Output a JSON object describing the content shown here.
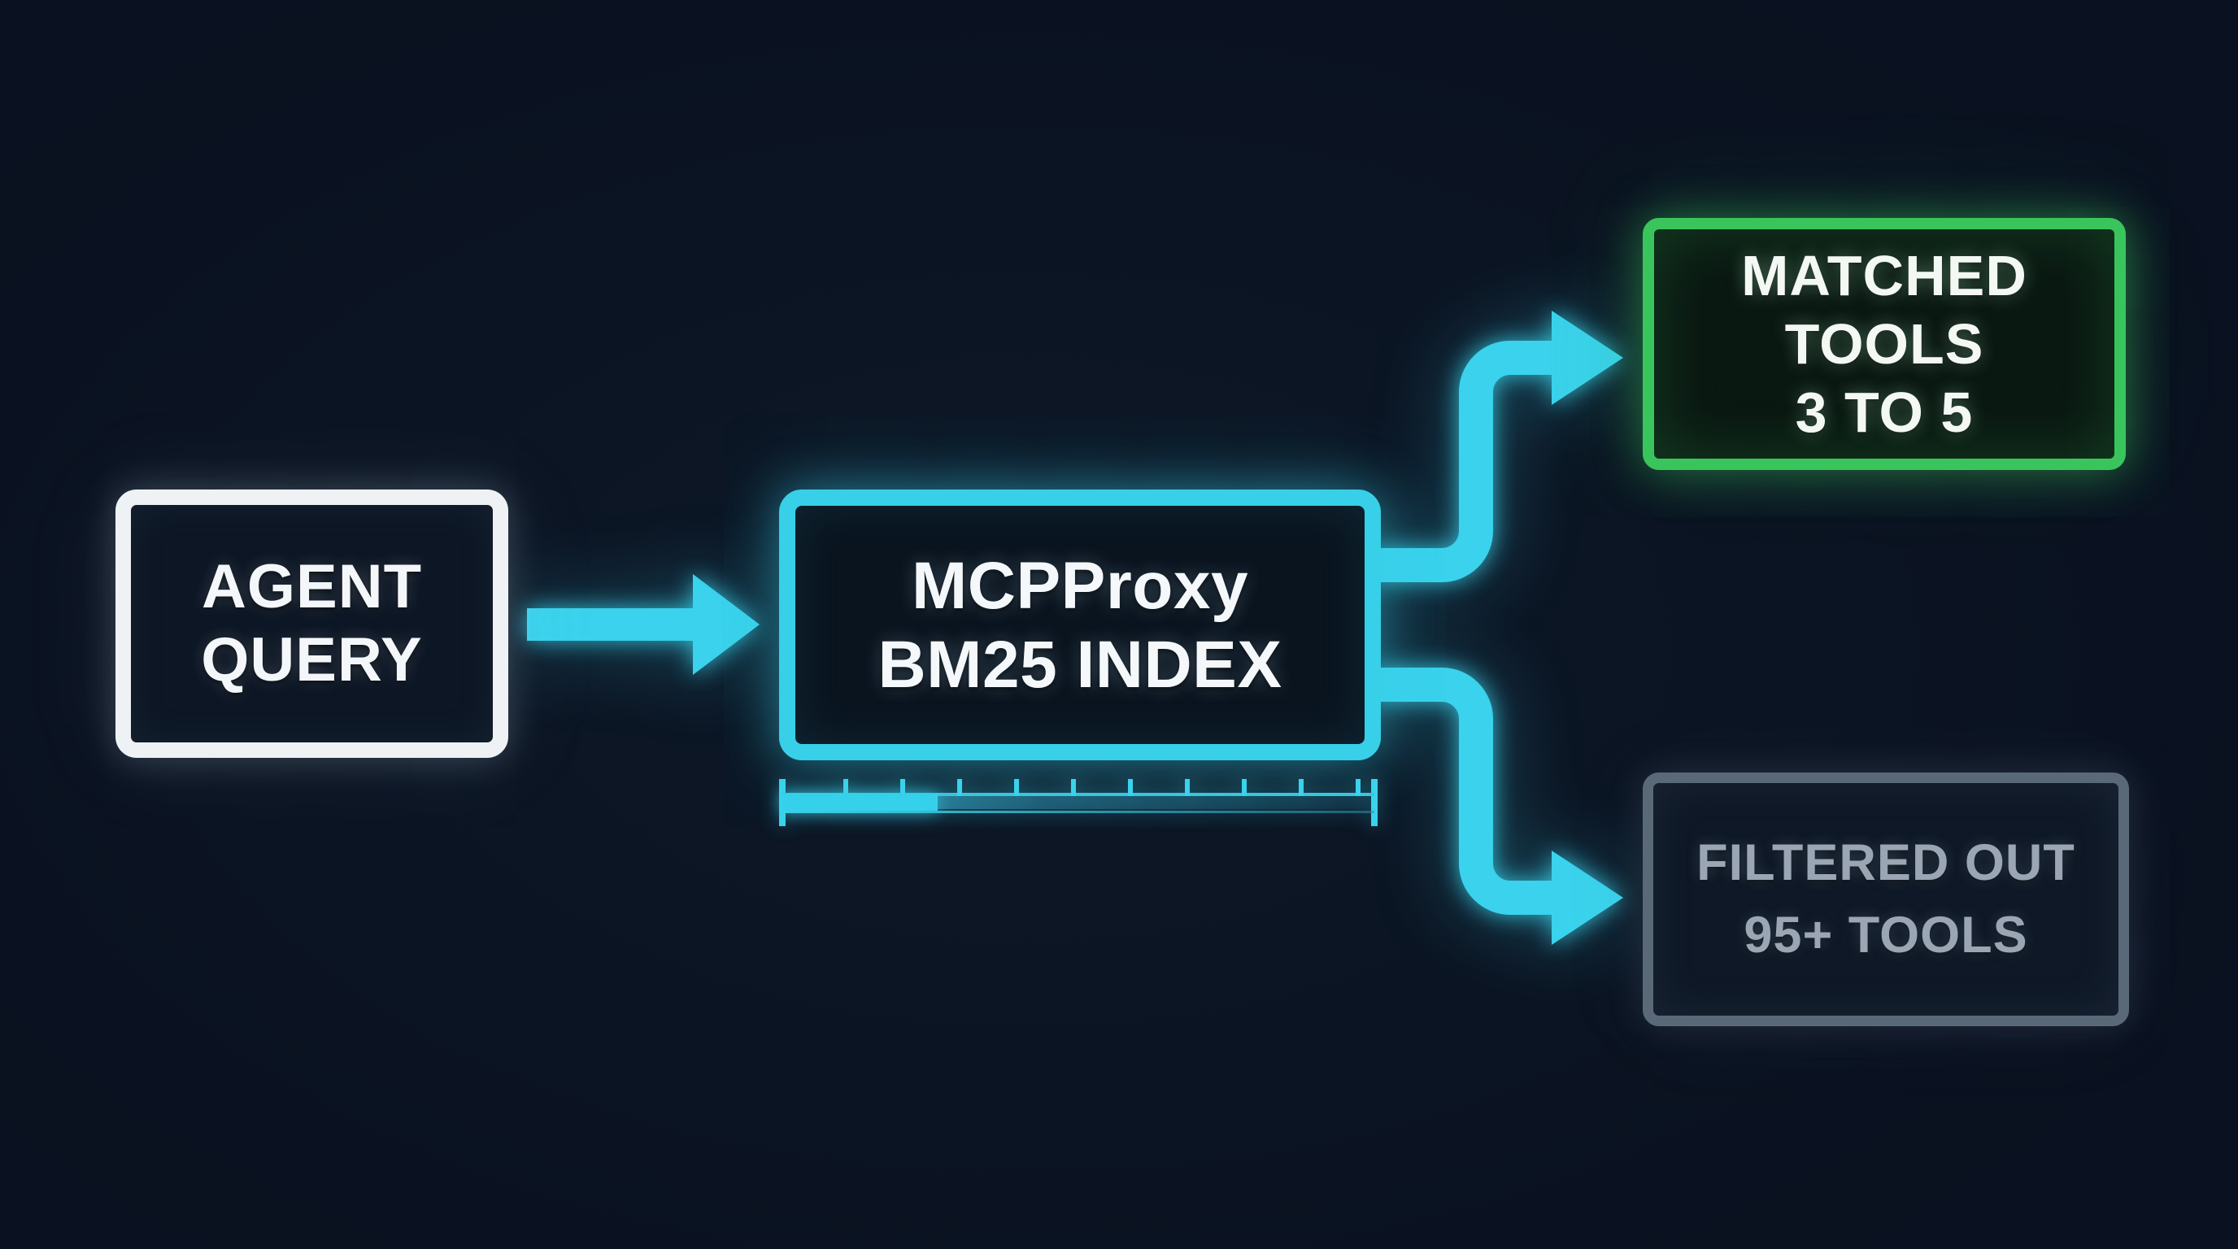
{
  "nodes": {
    "agent_query": {
      "lines": [
        "AGENT",
        "QUERY"
      ]
    },
    "mcpproxy_index": {
      "lines": [
        "MCPProxy",
        "BM25 INDEX"
      ]
    },
    "matched_tools": {
      "lines": [
        "MATCHED",
        "TOOLS",
        "3 TO 5"
      ]
    },
    "filtered_out": {
      "lines": [
        "FILTERED OUT",
        "95+ TOOLS"
      ]
    }
  },
  "connections": [
    {
      "from": "agent_query",
      "to": "mcpproxy_index",
      "style": "straight-arrow"
    },
    {
      "from": "mcpproxy_index",
      "to": "matched_tools",
      "style": "s-curve-up-arrow"
    },
    {
      "from": "mcpproxy_index",
      "to": "filtered_out",
      "style": "s-curve-down-arrow"
    }
  ],
  "gauge": {
    "fill_percent": 26,
    "tick_count": 10
  },
  "colors": {
    "background": "#0b1422",
    "cyan_accent": "#3ad2ec",
    "green_accent": "#3ac55c",
    "gray_border": "#5a6978",
    "gray_text": "#9aa6b4",
    "white_text": "#f4f7fa"
  }
}
